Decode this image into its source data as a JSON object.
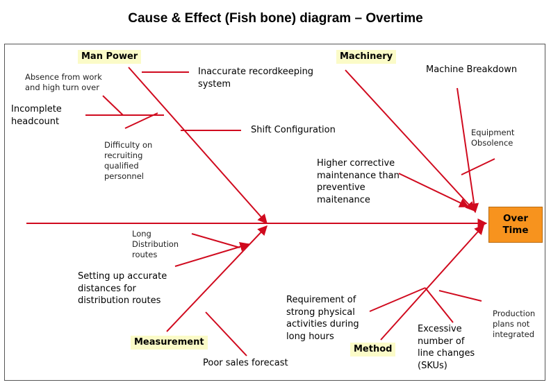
{
  "title": "Cause & Effect (Fish bone) diagram – Overtime",
  "effect": {
    "line1": "Over",
    "line2": "Time",
    "color": "#f7931e"
  },
  "line_color": "#d00a1e",
  "category_color": "#fbfbc8",
  "categories": {
    "man_power": "Man Power",
    "machinery": "Machinery",
    "measurement": "Measurement",
    "method": "Method"
  },
  "causes": {
    "absence": "Absence from work\nand high turn over",
    "incomplete": "Incomplete\nheadcount",
    "recruiting": "Difficulty on\nrecruiting\nqualified\npersonnel",
    "recordkeeping": "Inaccurate recordkeeping\nsystem",
    "shift": "Shift Configuration",
    "breakdown": "Machine Breakdown",
    "obsolence": "Equipment\nObsolence",
    "corrective": "Higher corrective\nmaintenance than\npreventive\nmaitenance",
    "long_routes": "Long\nDistribution\nroutes",
    "distances": "Setting up accurate\ndistances for\ndistribution routes",
    "forecast": "Poor sales forecast",
    "physical": "Requirement of\nstrong physical\nactivities during\nlong hours",
    "line_changes": "Excessive\nnumber of\nline changes\n(SKUs)",
    "production": "Production\nplans not\nintegrated"
  }
}
